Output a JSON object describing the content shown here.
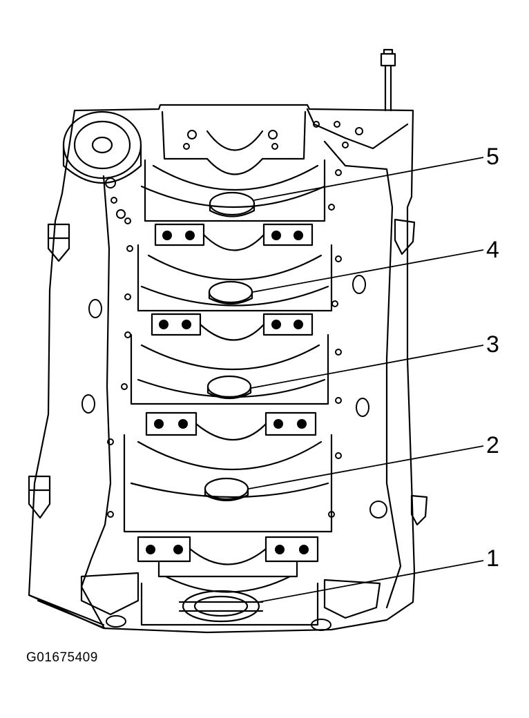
{
  "figure": {
    "id_label": "G01675409",
    "subject": "engine-block-underside-main-bearings",
    "line_color": "#000000",
    "background": "#ffffff"
  },
  "callouts": [
    {
      "label": "5"
    },
    {
      "label": "4"
    },
    {
      "label": "3"
    },
    {
      "label": "2"
    },
    {
      "label": "1"
    }
  ]
}
